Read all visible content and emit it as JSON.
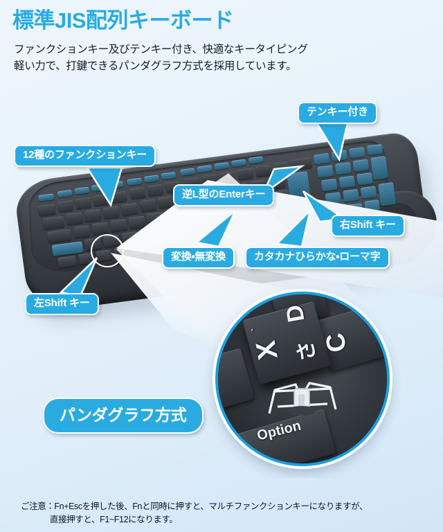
{
  "header": {
    "title": "標準JIS配列キーボード",
    "subtitle_line1": "ファンクションキー及びテンキー付き、快適なキータイピング",
    "subtitle_line2": "軽い力で、打鍵できるパンダグラフ方式を採用しています。"
  },
  "callouts": {
    "function_keys": "12種のファンクションキー",
    "numpad": "テンキー付き",
    "enter_key": "逆L型のEnterキー",
    "right_shift": "右Shift キー",
    "henkan": "変換・無変換",
    "katakana": "カタカナひらかな・ローマ字",
    "left_shift": "左Shift キー",
    "pantograph": "パンダグラフ方式"
  },
  "magnifier": {
    "key_glyph_main": "X",
    "key_glyph_kana": "さ",
    "key_glyph_upper": "ˋ",
    "key_glyph_right": "C",
    "key_glyph_top": "D",
    "key_glyph_bottom": "Option"
  },
  "footer": {
    "note_line1": "ご注意：Fn+Escを押した後、Fnと同時に押すと、マルチファンクションキーになりますが、",
    "note_line2": "直接押すと、F1~F12になります。"
  },
  "colors": {
    "accent": "#29abe2",
    "title": "#29abe2",
    "bubble_bg": "#29abe2",
    "bubble_border": "#ffffff",
    "background_top": "#eef6fd",
    "background_bottom": "#d3e6f6",
    "keyboard_body": "#3c4147",
    "key_highlight": "#35718f",
    "text_dark": "#141c28"
  }
}
